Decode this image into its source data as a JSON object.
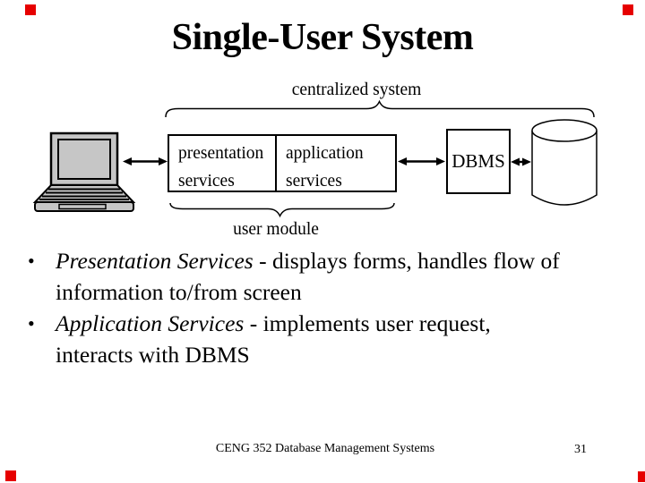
{
  "title": "Single-User System",
  "diagram": {
    "system_label": "centralized system",
    "module_label": "user module",
    "presentation_box": "presentation\nservices",
    "application_box": "application\nservices",
    "dbms_label": "DBMS"
  },
  "bullets": [
    {
      "term": "Presentation Services",
      "rest": " - displays forms, handles flow of\ninformation to/from screen"
    },
    {
      "term": "Application Services",
      "rest": " - implements user request,\ninteracts with DBMS"
    }
  ],
  "bullet_marker": "•",
  "footer": {
    "course": "CENG 352 Database Management Systems",
    "page": "31"
  },
  "colors": {
    "background": "#ffffff",
    "text": "#000000",
    "laptop_gray": "#c6c6c6",
    "corner_mark_red": "#e60000"
  }
}
